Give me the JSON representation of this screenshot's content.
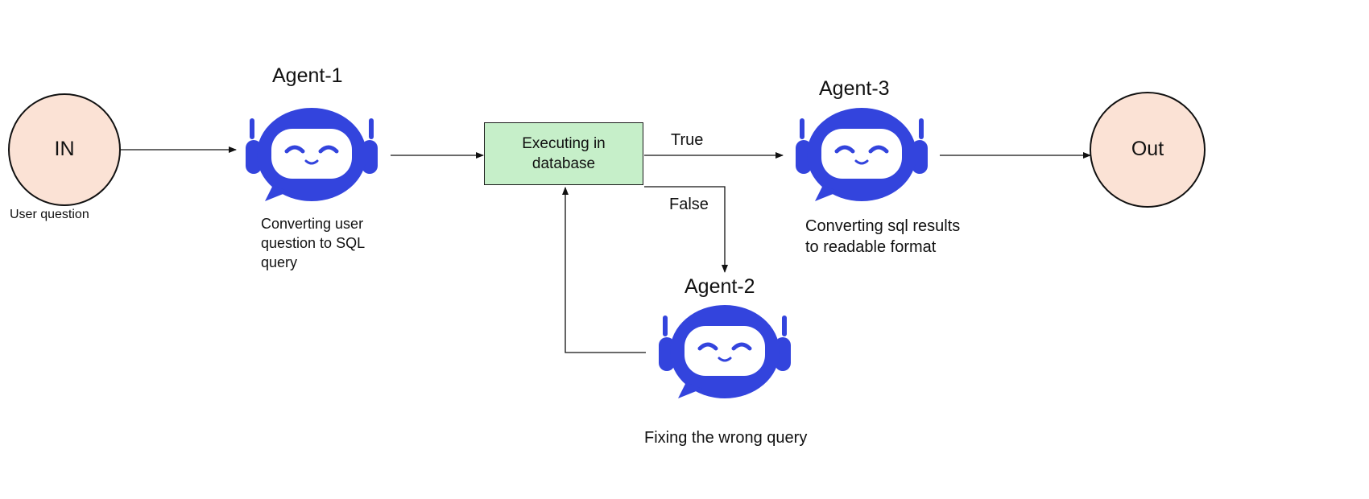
{
  "nodes": {
    "input": {
      "label": "IN",
      "caption": "User question",
      "fill": "#fbe2d5"
    },
    "output": {
      "label": "Out",
      "fill": "#fbe2d5"
    },
    "process": {
      "label": "Executing in database",
      "fill": "#c6efc9"
    }
  },
  "agents": {
    "agent1": {
      "title": "Agent-1",
      "description": "Converting user question to SQL query",
      "icon": "robot-chat-icon"
    },
    "agent2": {
      "title": "Agent-2",
      "description": "Fixing the wrong query",
      "icon": "robot-chat-icon"
    },
    "agent3": {
      "title": "Agent-3",
      "description": "Converting sql results to readable format",
      "icon": "robot-chat-icon"
    }
  },
  "edges": {
    "true_label": "True",
    "false_label": "False"
  },
  "colors": {
    "robot_blue": "#3344dd",
    "robot_face": "#ffffff"
  }
}
